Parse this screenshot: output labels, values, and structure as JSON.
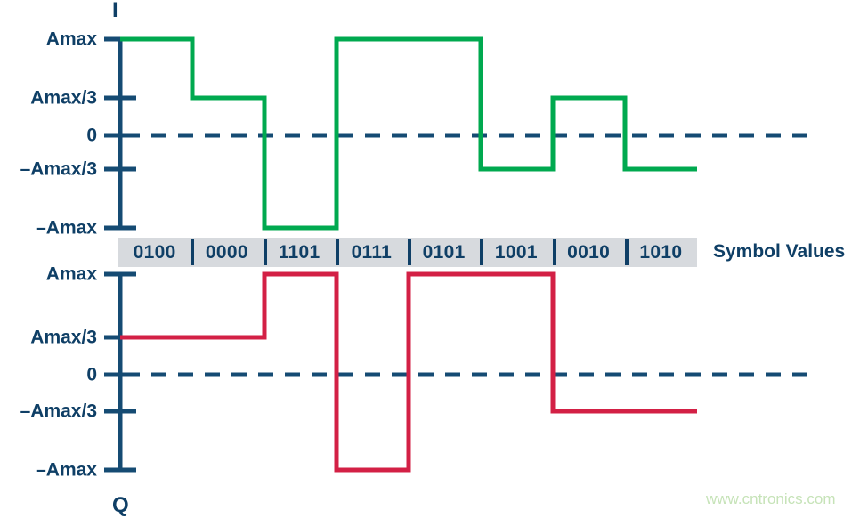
{
  "figure": {
    "watermark": "www.cntronics.com",
    "symbol_values_label": "Symbol Values",
    "colors": {
      "i_trace": "#00a94f",
      "q_trace": "#d32045",
      "axis": "#154b73",
      "zero_dash": "#154b73",
      "band_background": "#d7dade",
      "text": "#0f3f66",
      "watermark": "#c6e3b8"
    }
  },
  "chart_data": {
    "type": "line",
    "title": "",
    "xlabel": "Symbol Values",
    "grid": false,
    "legend": "none",
    "categories": [
      "0100",
      "0000",
      "1101",
      "0111",
      "0101",
      "1001",
      "0010",
      "1010"
    ],
    "level_labels": [
      "Amax",
      "Amax/3",
      "0",
      "-Amax/3",
      "-Amax"
    ],
    "level_values": [
      1,
      0.3333,
      0,
      -0.3333,
      -1
    ],
    "ylim": [
      -1,
      1
    ],
    "series": [
      {
        "name": "I",
        "axis_name": "I",
        "color": "#00a94f",
        "tick_labels": [
          "Amax",
          "Amax/3",
          "0",
          "–Amax/3",
          "–Amax"
        ],
        "values": [
          1,
          0.3333,
          -1,
          1,
          1,
          -0.3333,
          0.3333,
          -0.3333
        ],
        "value_labels": [
          "Amax",
          "Amax/3",
          "-Amax",
          "Amax",
          "Amax",
          "-Amax/3",
          "Amax/3",
          "-Amax/3"
        ]
      },
      {
        "name": "Q",
        "axis_name": "Q",
        "color": "#d32045",
        "tick_labels": [
          "Amax",
          "Amax/3",
          "0",
          "–Amax/3",
          "–Amax"
        ],
        "values": [
          0.3333,
          0.3333,
          1,
          -1,
          1,
          1,
          -0.3333,
          -0.3333
        ],
        "value_labels": [
          "Amax/3",
          "Amax/3",
          "Amax",
          "-Amax",
          "Amax",
          "Amax",
          "-Amax/3",
          "-Amax/3"
        ]
      }
    ]
  }
}
